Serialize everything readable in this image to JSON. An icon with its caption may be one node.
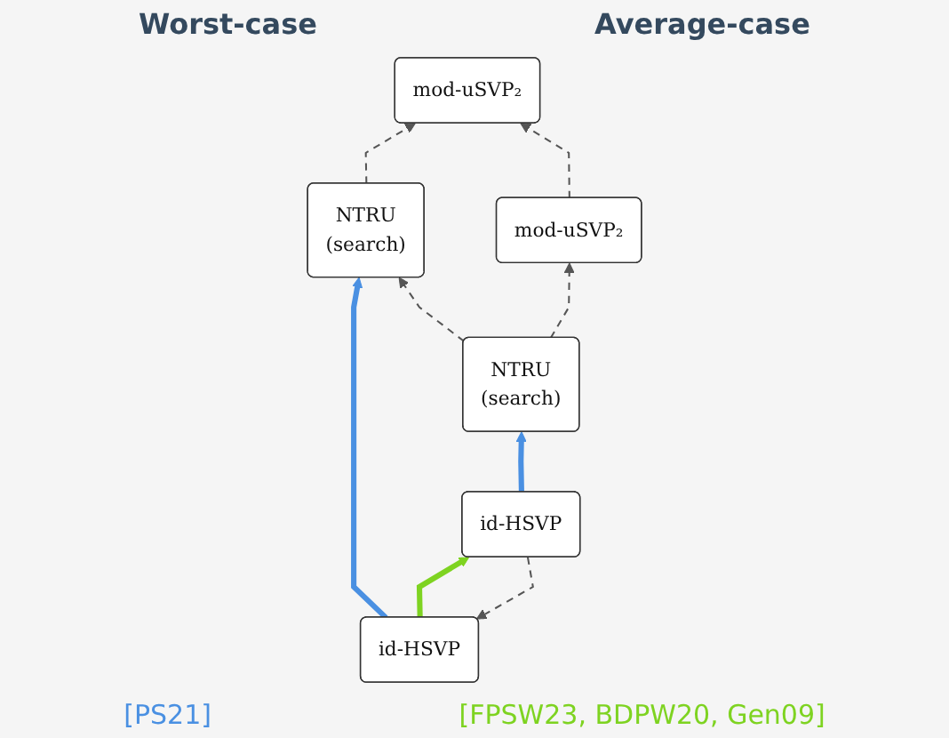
{
  "diagram": {
    "nodes": [
      {
        "text": [
          "mod-uSVP₂"
        ]
      },
      {
        "text": [
          "mod-uSVP₂"
        ]
      },
      {
        "text": [
          "NTRU",
          "(search)"
        ]
      },
      {
        "text": [
          "NTRU",
          "(search)"
        ]
      },
      {
        "text": [
          "id-HSVP"
        ]
      },
      {
        "text": [
          "id-HSVP"
        ]
      }
    ],
    "edges": [
      {
        "from": 4,
        "to": 2,
        "arrow": "to",
        "style": "thick",
        "color": "#4a90e2"
      },
      {
        "from": 5,
        "to": 3,
        "arrow": "to",
        "style": "thick",
        "color": "#4a90e2"
      },
      {
        "from": 4,
        "to": 5,
        "arrow": "to",
        "style": "thick",
        "color": "#7ed321"
      },
      {
        "from": 5,
        "to": 4,
        "arrow": "to",
        "style": "dashed"
      },
      {
        "from": 3,
        "to": 2,
        "arrow": "to",
        "style": "dashed"
      },
      {
        "from": 1,
        "to": 0,
        "arrow": "to",
        "style": "dashed"
      },
      {
        "from": 3,
        "to": 1,
        "arrow": "to",
        "style": "dashed"
      },
      {
        "from": 2,
        "to": 0,
        "arrow": "to",
        "style": "dashed"
      }
    ],
    "labels": [
      "Worst-case",
      "Average-case",
      "[PS21]",
      "[FPSW23, BDPW20, Gen09]"
    ]
  }
}
